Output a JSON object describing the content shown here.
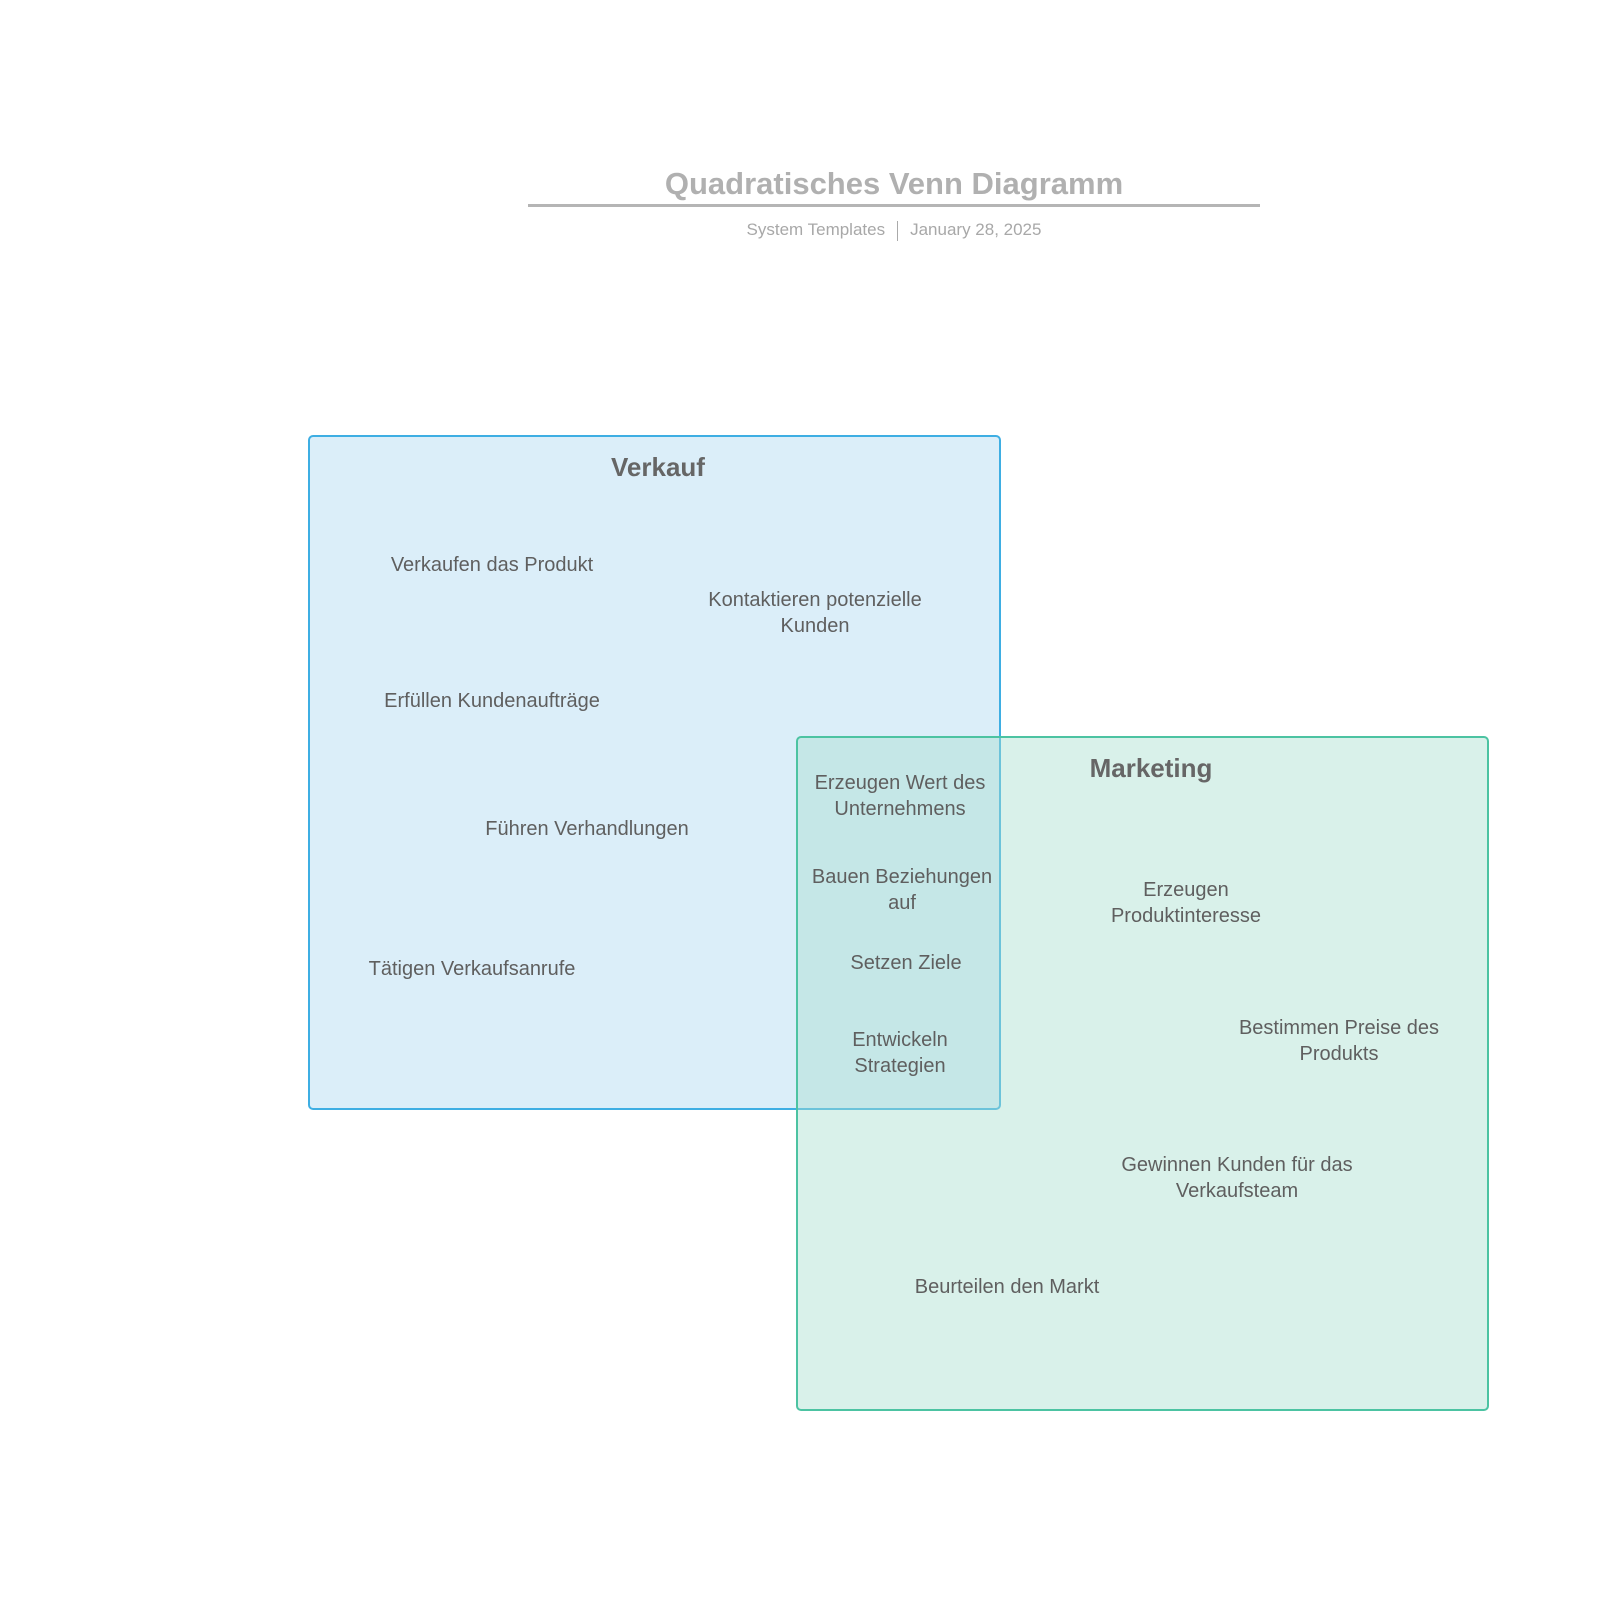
{
  "header": {
    "title": "Quadratisches Venn Diagramm",
    "author": "System Templates",
    "date": "January 28, 2025"
  },
  "sets": [
    {
      "label": "Verkauf",
      "color": "#3eaee3",
      "items": [
        "Verkaufen das Produkt",
        "Kontaktieren potenzielle\nKunden",
        "Erfüllen Kundenaufträge",
        "Führen Verhandlungen",
        "Tätigen Verkaufsanrufe"
      ]
    },
    {
      "label": "Marketing",
      "color": "#4cc3a2",
      "items": [
        "Erzeugen\nProduktinteresse",
        "Bestimmen Preise des\nProdukts",
        "Gewinnen Kunden für das\nVerkaufsteam",
        "Beurteilen den Markt"
      ]
    }
  ],
  "overlap": {
    "items": [
      "Erzeugen Wert des\nUnternehmens",
      "Bauen Beziehungen\nauf",
      "Setzen Ziele",
      "Entwickeln\nStrategien"
    ]
  }
}
